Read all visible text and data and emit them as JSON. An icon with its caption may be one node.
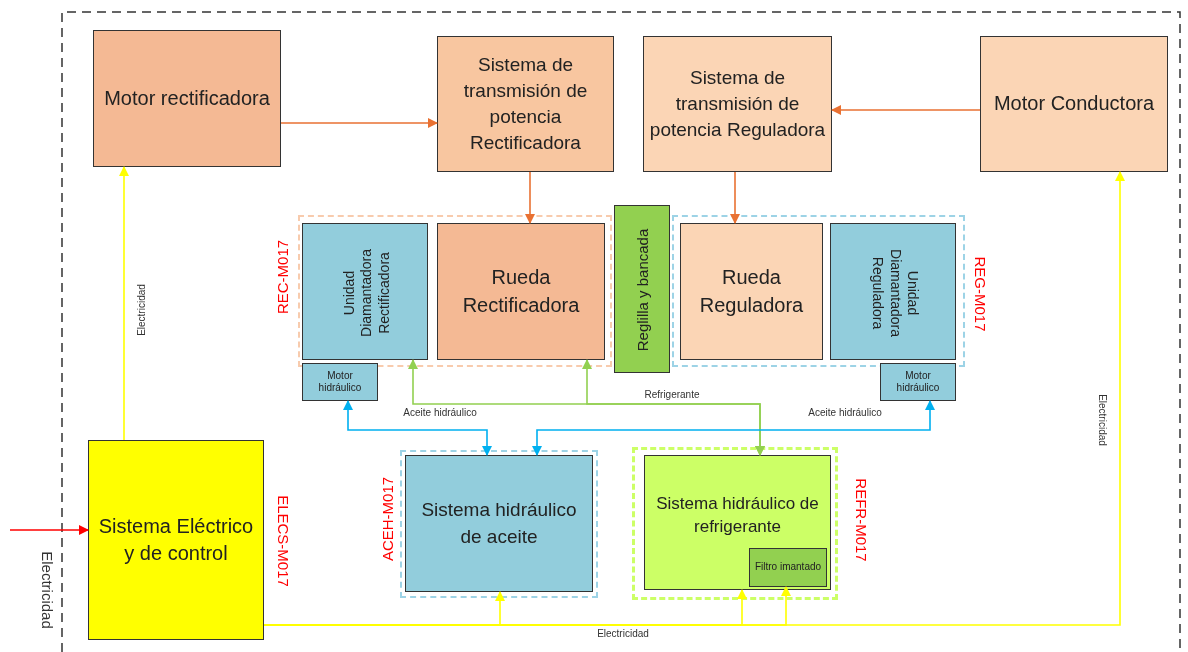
{
  "diagram": {
    "nodes": [
      {
        "text": [
          "Motor rectificadora"
        ]
      },
      {
        "text": [
          "Sistema de transmisión de potencia Rectificadora"
        ]
      },
      {
        "text": [
          "Sistema de transmisión de potencia Reguladora"
        ]
      },
      {
        "text": [
          "Motor Conductora"
        ]
      },
      {
        "text": [
          "REC-M017"
        ]
      },
      {
        "text": [
          "Unidad Diamantadora Rectificadora"
        ],
        "in": 4
      },
      {
        "text": [
          "Rueda Rectificadora"
        ],
        "in": 4
      },
      {
        "text": [
          "Reglilla y bancada"
        ]
      },
      {
        "text": [
          "REG-M017"
        ]
      },
      {
        "text": [
          "Rueda Reguladora"
        ],
        "in": 8
      },
      {
        "text": [
          "Unidad Diamantadora Reguladora"
        ],
        "in": 8
      },
      {
        "text": [
          "Motor hidráulico"
        ]
      },
      {
        "text": [
          "Motor hidráulico"
        ]
      },
      {
        "text": [
          "Sistema Eléctrico y de control"
        ],
        "beside": [
          "ELECS-M017"
        ]
      },
      {
        "text": [
          "ACEH-M017"
        ]
      },
      {
        "text": [
          "Sistema hidráulico de aceite"
        ],
        "in": 14
      },
      {
        "text": [
          "REFR-M017"
        ]
      },
      {
        "text": [
          "Sistema hidráulico de refrigerante"
        ],
        "in": 16
      },
      {
        "text": [
          "Filtro imantado"
        ],
        "in": 17
      }
    ],
    "edges": [
      {
        "from": 0,
        "to": 1,
        "arrow": "to",
        "color": "#e97132"
      },
      {
        "from": 3,
        "to": 2,
        "arrow": "to",
        "color": "#e97132"
      },
      {
        "from": 1,
        "to": 6,
        "arrow": "to",
        "color": "#e97132"
      },
      {
        "from": 2,
        "to": 9,
        "arrow": "to",
        "color": "#e97132"
      },
      {
        "from": null,
        "to": 13,
        "arrow": "to",
        "color": "#ff0000"
      },
      {
        "from": 13,
        "to": 0,
        "arrow": "to",
        "label": "Electricidad"
      },
      {
        "from": 13,
        "to": 15,
        "arrow": "to"
      },
      {
        "from": 13,
        "to": 17,
        "arrow": "to",
        "label": "Electricidad"
      },
      {
        "from": 13,
        "to": 18,
        "arrow": "to"
      },
      {
        "from": 13,
        "to": 3,
        "arrow": "to",
        "label": "Electricidad"
      },
      {
        "from": 17,
        "to": 5,
        "arrow": "both",
        "color": "#92d050",
        "label": "Refrigerante"
      },
      {
        "from": 17,
        "to": 6,
        "arrow": "both",
        "color": "#92d050"
      },
      {
        "from": 15,
        "to": 11,
        "arrow": "both",
        "color": "#00b0f0",
        "label": "Aceite hidráulico"
      },
      {
        "from": 15,
        "to": 12,
        "arrow": "both",
        "color": "#00b0f0",
        "label": "Aceite hidráulico"
      }
    ],
    "labels": [
      "Electricidad"
    ]
  }
}
